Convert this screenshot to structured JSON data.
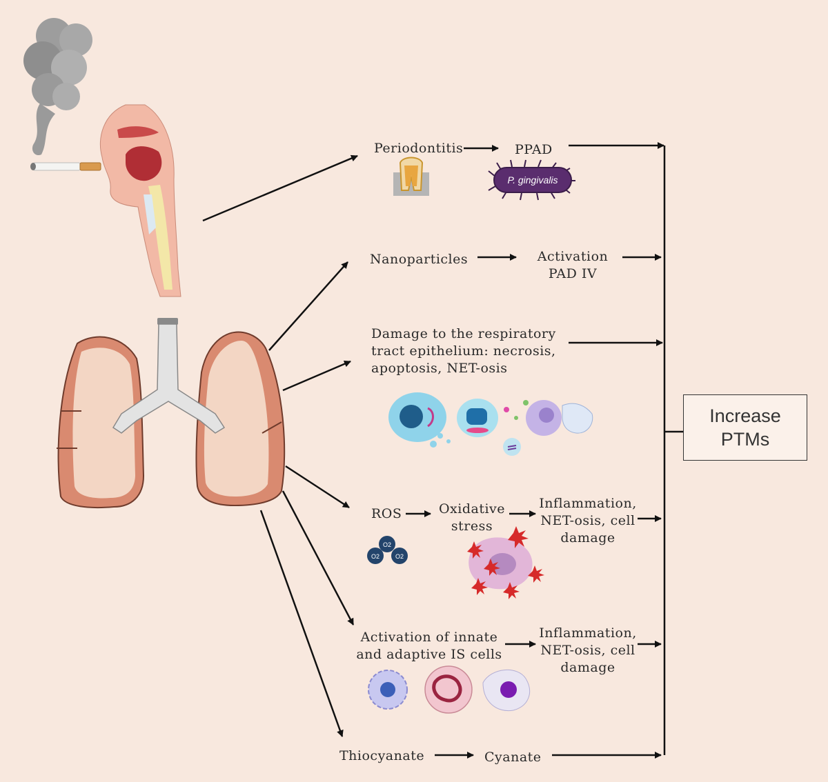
{
  "nodes": {
    "periodontitis": "Periodontitis",
    "ppad": "PPAD",
    "p_gingivalis": "P. gingivalis",
    "nanoparticles": "Nanoparticles",
    "activation_l1": "Activation",
    "activation_l2": "PAD IV",
    "damage_l1": "Damage to the respiratory",
    "damage_l2": "tract epithelium: necrosis,",
    "damage_l3": "apoptosis, NET-osis",
    "ros": "ROS",
    "oxidative_l1": "Oxidative",
    "oxidative_l2": "stress",
    "inflam1_l1": "Inflammation,",
    "inflam1_l2": "NET-osis, cell",
    "inflam1_l3": "damage",
    "innate_l1": "Activation of innate",
    "innate_l2": "and adaptive IS cells",
    "inflam2_l1": "Inflammation,",
    "inflam2_l2": "NET-osis, cell",
    "inflam2_l3": "damage",
    "thiocyanate": "Thiocyanate",
    "cyanate": "Cyanate",
    "result_l1": "Increase",
    "result_l2": "PTMs",
    "o2_marker": "O2"
  },
  "colors": {
    "background": "#f8e8de",
    "arrow": "#111111",
    "smoke": "#9a9a9a",
    "lung": "#d98a70",
    "lung_inner": "#f3d6c4",
    "trachea": "#e6e6e6",
    "bacterium": "#5a2d6e",
    "ros_blue": "#23446b",
    "red_burst": "#d62a2a"
  }
}
